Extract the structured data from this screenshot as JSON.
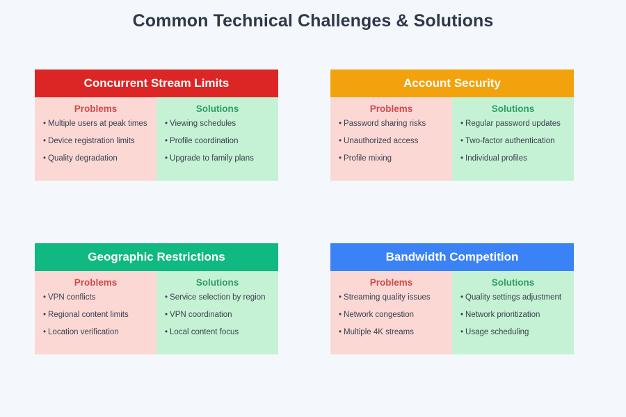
{
  "page": {
    "title": "Common Technical Challenges & Solutions",
    "background_color": "#f4f8fc",
    "title_color": "#2f3849"
  },
  "labels": {
    "problems": "Problems",
    "solutions": "Solutions",
    "bullet_glyph": "•",
    "problems_color": "#cf4b4b",
    "solutions_color": "#2f9e63",
    "problems_bg": "#fcd8d5",
    "solutions_bg": "#c5f2d4"
  },
  "cards": [
    {
      "title": "Concurrent Stream Limits",
      "header_color": "#dc2626",
      "problems": [
        "Multiple users at peak times",
        "Device registration limits",
        "Quality degradation"
      ],
      "solutions": [
        "Viewing schedules",
        "Profile coordination",
        "Upgrade to family plans"
      ]
    },
    {
      "title": "Account Security",
      "header_color": "#f2a20c",
      "problems": [
        "Password sharing risks",
        "Unauthorized access",
        "Profile mixing"
      ],
      "solutions": [
        "Regular password updates",
        "Two-factor authentication",
        "Individual profiles"
      ]
    },
    {
      "title": "Geographic Restrictions",
      "header_color": "#10b981",
      "problems": [
        "VPN conflicts",
        "Regional content limits",
        "Location verification"
      ],
      "solutions": [
        "Service selection by region",
        "VPN coordination",
        "Local content focus"
      ]
    },
    {
      "title": "Bandwidth Competition",
      "header_color": "#3b82f6",
      "problems": [
        "Streaming quality issues",
        "Network congestion",
        "Multiple 4K streams"
      ],
      "solutions": [
        "Quality settings adjustment",
        "Network prioritization",
        "Usage scheduling"
      ]
    }
  ]
}
